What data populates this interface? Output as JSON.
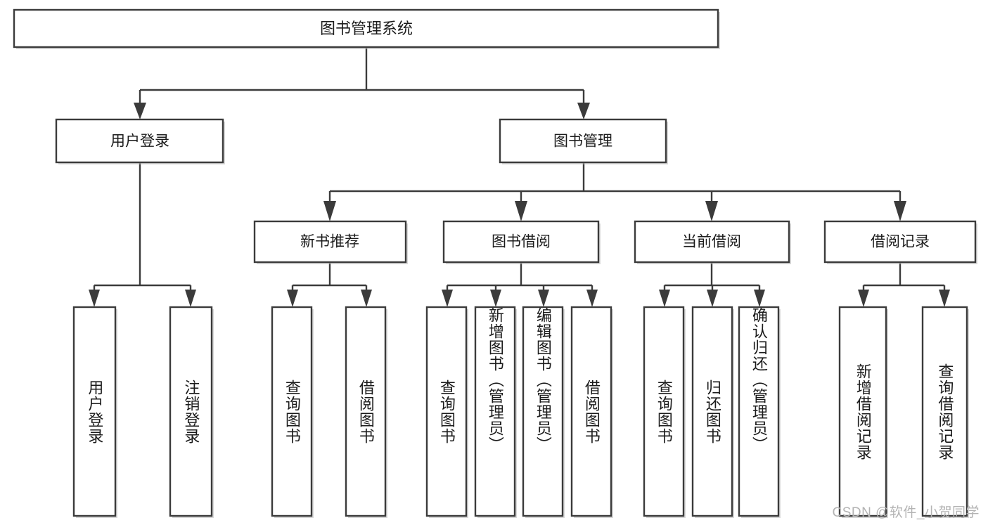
{
  "diagram": {
    "type": "tree",
    "title": "图书管理系统",
    "orientation": "top-down",
    "colors": {
      "box_stroke": "#3b3b3b",
      "box_fill": "#ffffff",
      "connector": "#3b3b3b",
      "text": "#1b1b1b",
      "watermark": "#b3b3b3",
      "background": "#ffffff"
    },
    "root": {
      "label": "图书管理系统",
      "level": 0
    },
    "level2": [
      {
        "label": "用户登录"
      },
      {
        "label": "图书管理"
      }
    ],
    "level3": [
      {
        "label": "新书推荐"
      },
      {
        "label": "图书借阅"
      },
      {
        "label": "当前借阅"
      },
      {
        "label": "借阅记录"
      }
    ],
    "leaves": {
      "user_login": [
        {
          "label": "用户登录"
        },
        {
          "label": "注销登录"
        }
      ],
      "new_book_recommend": [
        {
          "label": "查询图书"
        },
        {
          "label": "借阅图书"
        }
      ],
      "book_borrow": [
        {
          "label": "查询图书"
        },
        {
          "label": "新增图书（管理员）"
        },
        {
          "label": "编辑图书（管理员）"
        },
        {
          "label": "借阅图书"
        }
      ],
      "current_borrow": [
        {
          "label": "查询图书"
        },
        {
          "label": "归还图书"
        },
        {
          "label": "确认归还（管理员）"
        }
      ],
      "borrow_record": [
        {
          "label": "新增借阅记录"
        },
        {
          "label": "查询借阅记录"
        }
      ]
    },
    "watermark": "CSDN @软件_小贺同学"
  }
}
